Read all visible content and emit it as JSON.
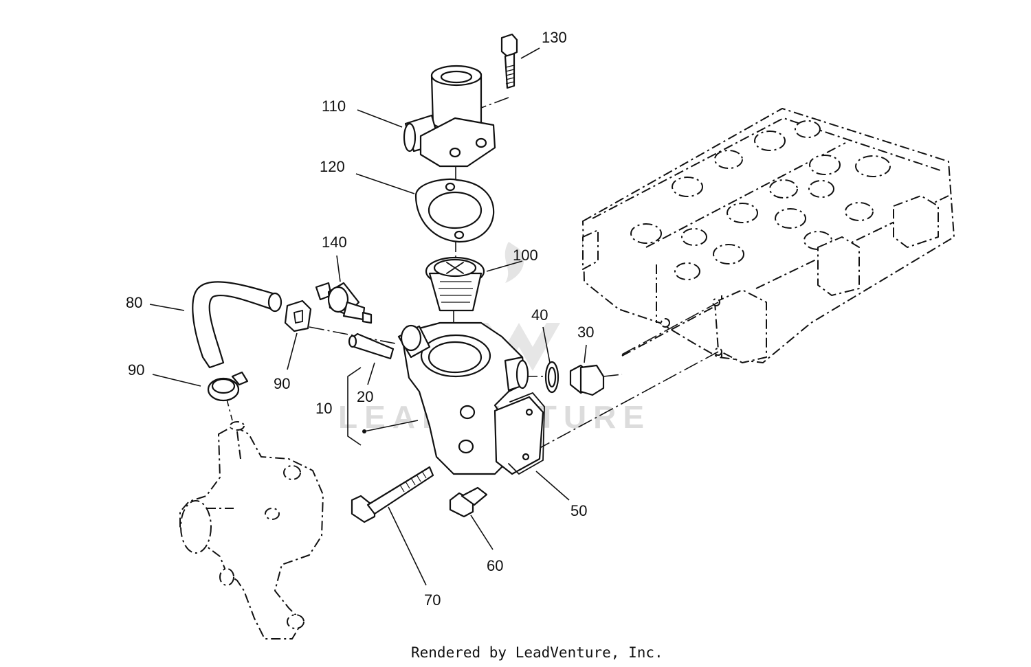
{
  "diagram": {
    "callouts": [
      "130",
      "110",
      "120",
      "140",
      "100",
      "80",
      "40",
      "30",
      "90",
      "90",
      "20",
      "10",
      "50",
      "60",
      "70"
    ],
    "credit": "Rendered by LeadVenture, Inc.",
    "watermark": "LEADVENTURE",
    "colors": {
      "ink": "#111111",
      "watermark": "#d9d9d9",
      "background": "#ffffff"
    }
  }
}
